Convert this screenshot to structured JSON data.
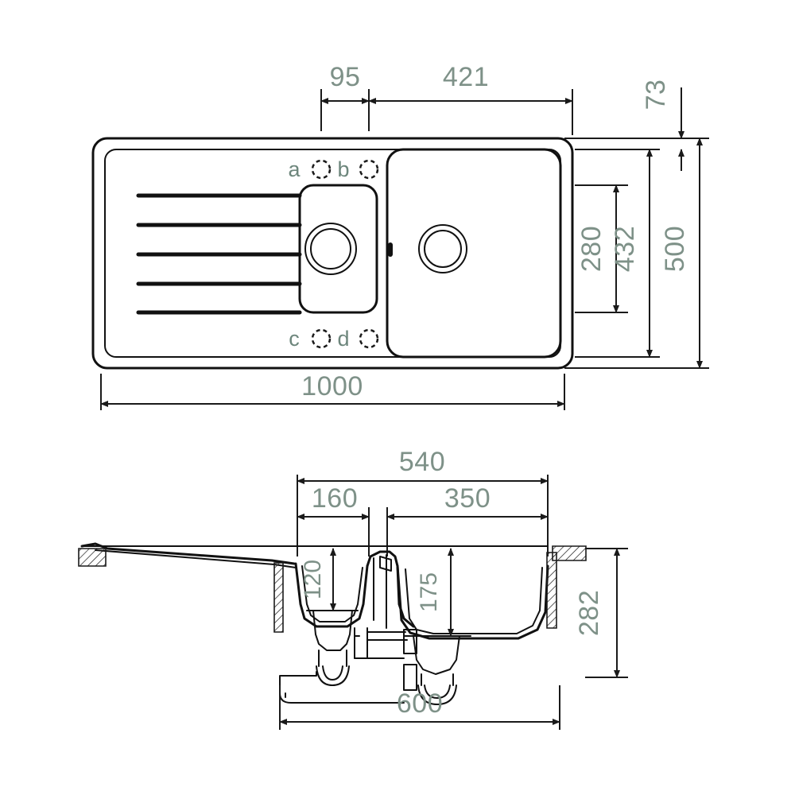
{
  "drawing": {
    "title": "Kitchen sink technical drawing",
    "units": "mm",
    "line_color": "#111111",
    "dimension_color": "#7e9188",
    "background": "#ffffff"
  },
  "plan_view": {
    "name": "plan-view",
    "overall_width": "1000",
    "overall_depth": "500",
    "dimensions": {
      "top_left_segment": "95",
      "top_right_segment": "421",
      "right_top_offset": "73",
      "right_bowl_inner": "280",
      "right_bowl_outer": "432",
      "right_overall": "500",
      "bottom_overall": "1000"
    },
    "tap_holes": [
      {
        "id": "a",
        "label": "a",
        "row": "top"
      },
      {
        "id": "b",
        "label": "b",
        "row": "top"
      },
      {
        "id": "c",
        "label": "c",
        "row": "bottom"
      },
      {
        "id": "d",
        "label": "d",
        "row": "bottom"
      }
    ],
    "features": {
      "drainer_grooves": 5,
      "bowls": 2,
      "drains": 2,
      "overflow_slot": 1
    }
  },
  "section_view": {
    "name": "section-view",
    "dimensions": {
      "top_overall": "540",
      "small_bowl_width": "160",
      "large_bowl_width": "350",
      "small_bowl_depth": "120",
      "large_bowl_depth": "175",
      "right_height": "282",
      "bottom_overall": "600"
    },
    "features": {
      "drainer": "sloped drainer board on left",
      "waste_traps": 2,
      "worktop_cut_hatching": true
    }
  }
}
